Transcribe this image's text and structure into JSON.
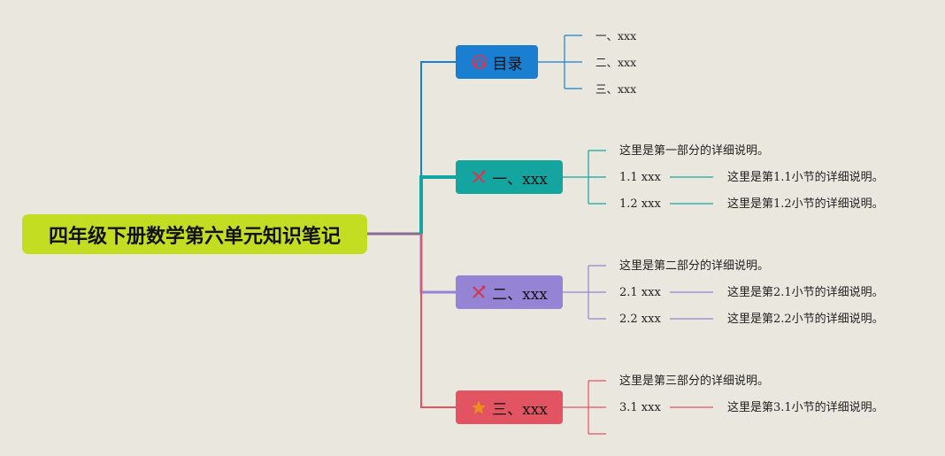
{
  "root": {
    "label": "四年级下册数学第六单元知识笔记",
    "color": "#c3dd22"
  },
  "branches": [
    {
      "label": "目录",
      "color": "#1a7fd1",
      "icon": "headset-icon",
      "children": [
        {
          "label": "一、xxx"
        },
        {
          "label": "二、xxx"
        },
        {
          "label": "三、xxx"
        }
      ]
    },
    {
      "label": "一、xxx",
      "color": "#14a5a0",
      "icon": "tools-icon",
      "children": [
        {
          "label": "这里是第一部分的详细说明。"
        },
        {
          "label": "1.1 xxx",
          "detail": "这里是第1.1小节的详细说明。"
        },
        {
          "label": "1.2 xxx",
          "detail": "这里是第1.2小节的详细说明。"
        }
      ]
    },
    {
      "label": "二、xxx",
      "color": "#9583d6",
      "icon": "tools-icon",
      "children": [
        {
          "label": "这里是第二部分的详细说明。"
        },
        {
          "label": "2.1 xxx",
          "detail": "这里是第2.1小节的详细说明。"
        },
        {
          "label": "2.2 xxx",
          "detail": "这里是第2.2小节的详细说明。"
        }
      ]
    },
    {
      "label": "三、xxx",
      "color": "#e25462",
      "icon": "star-icon",
      "children": [
        {
          "label": "这里是第三部分的详细说明。"
        },
        {
          "label": "3.1 xxx",
          "detail": "这里是第3.1小节的详细说明。"
        }
      ]
    }
  ]
}
